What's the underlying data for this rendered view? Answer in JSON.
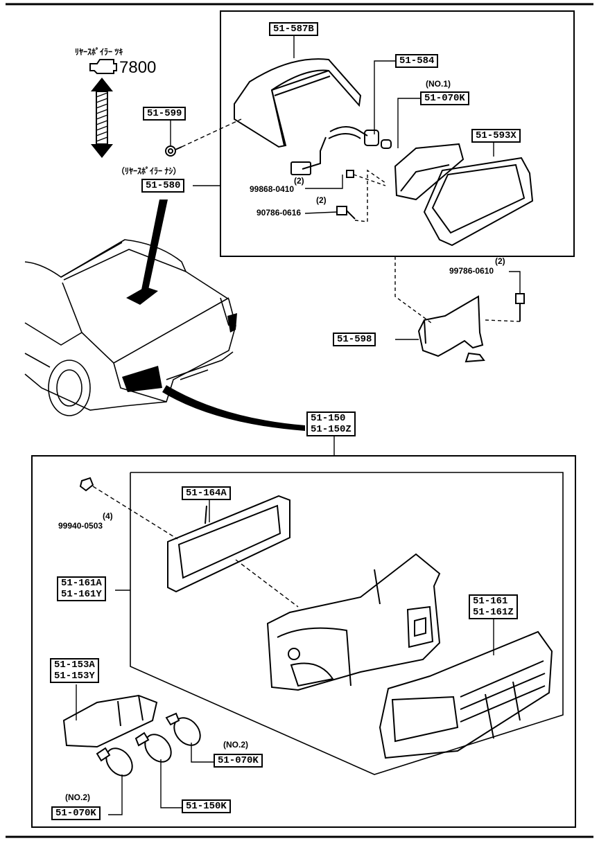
{
  "header": {
    "note_line1": "ﾘﾔｰｽﾎﾟｲﾗｰ ﾂｷ",
    "ref_number": "7800",
    "no_spoiler_note": "（ﾘﾔｰｽﾎﾟｲﾗｰ ﾅｼ）"
  },
  "part_labels": {
    "p51_587b": "51-587B",
    "p51_584": "51-584",
    "p51_070k_top": "51-070K",
    "p51_593x": "51-593X",
    "p51_599": "51-599",
    "p51_580": "51-580",
    "p51_598": "51-598",
    "p51_150": "51-150",
    "p51_150z": "51-150Z",
    "p51_164a": "51-164A",
    "p51_161a": "51-161A",
    "p51_161y": "51-161Y",
    "p51_161": "51-161",
    "p51_161z": "51-161Z",
    "p51_153a": "51-153A",
    "p51_153y": "51-153Y",
    "p51_070k_right": "51-070K",
    "p51_070k_left": "51-070K",
    "p51_150k": "51-150K"
  },
  "fasteners": {
    "f99868": "99868-0410",
    "f99868_qty": "(2)",
    "f90786": "90786-0616",
    "f90786_qty": "(2)",
    "f99786": "99786-0610",
    "f99786_qty": "(2)",
    "f99940": "99940-0503",
    "f99940_qty": "(4)"
  },
  "notes": {
    "no1": "(NO.1)",
    "no2_right": "(NO.2)",
    "no2_left": "(NO.2)"
  }
}
